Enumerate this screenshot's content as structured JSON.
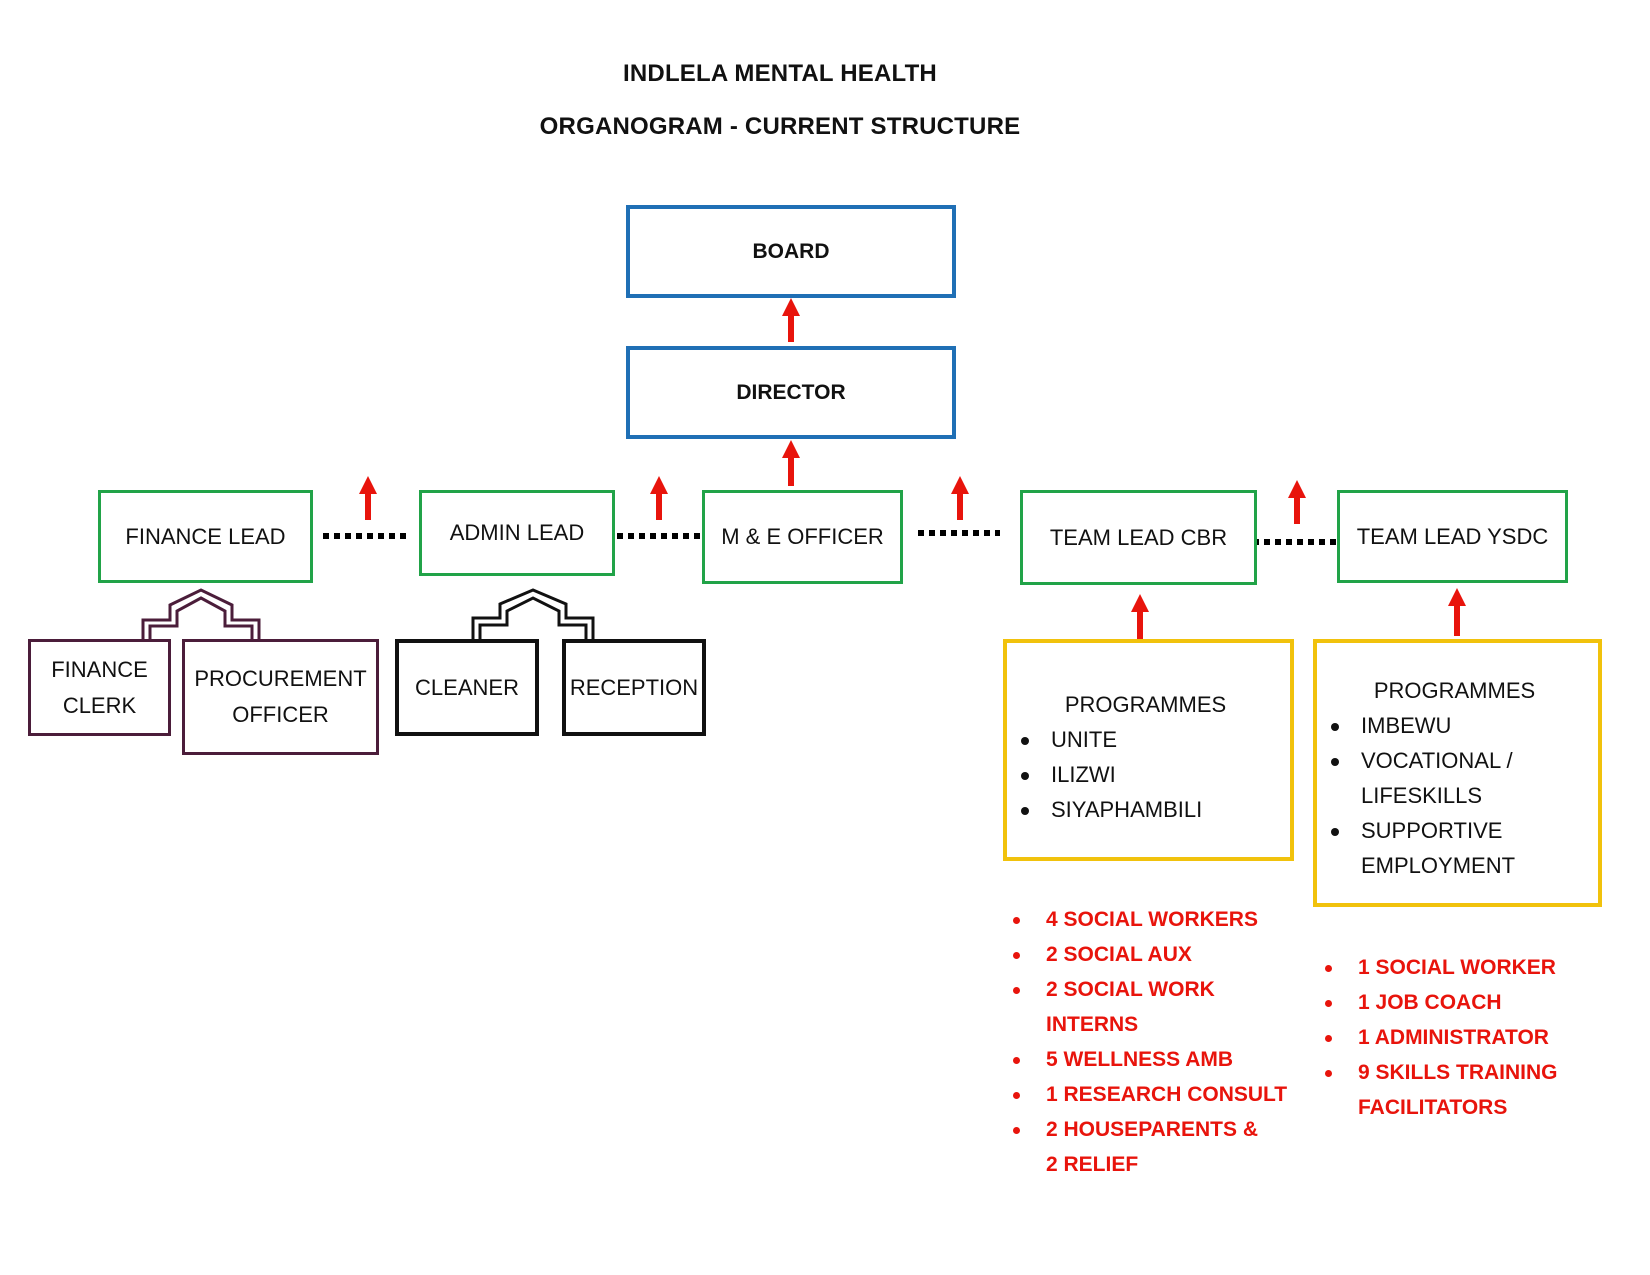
{
  "header": {
    "title": "INDLELA MENTAL HEALTH",
    "subtitle": "ORGANOGRAM - CURRENT STRUCTURE"
  },
  "nodes": {
    "board": "BOARD",
    "director": "DIRECTOR",
    "finance_lead": "FINANCE LEAD",
    "admin_lead": "ADMIN LEAD",
    "me_officer": "M & E OFFICER",
    "team_lead_cbr": "TEAM LEAD CBR",
    "team_lead_ysdc": "TEAM LEAD YSDC",
    "finance_clerk": [
      "FINANCE",
      "CLERK"
    ],
    "procurement_officer": [
      "PROCUREMENT",
      "OFFICER"
    ],
    "cleaner": "CLEANER",
    "reception": "RECEPTION"
  },
  "programmes_cbr": {
    "heading": "PROGRAMMES",
    "items": [
      "UNITE",
      "ILIZWI",
      "SIYAPHAMBILI"
    ]
  },
  "programmes_ysdc": {
    "heading": "PROGRAMMES",
    "items": [
      [
        "IMBEWU"
      ],
      [
        "VOCATIONAL /",
        "LIFESKILLS"
      ],
      [
        "SUPPORTIVE",
        "EMPLOYMENT"
      ]
    ]
  },
  "staff_cbr": [
    [
      "4 SOCIAL WORKERS"
    ],
    [
      "2 SOCIAL AUX"
    ],
    [
      "2 SOCIAL WORK",
      "INTERNS"
    ],
    [
      "5 WELLNESS AMB"
    ],
    [
      "1 RESEARCH CONSULT"
    ],
    [
      "2 HOUSEPARENTS &",
      "2 RELIEF"
    ]
  ],
  "staff_ysdc": [
    [
      "1 SOCIAL WORKER"
    ],
    [
      "1 JOB COACH"
    ],
    [
      "1 ADMINISTRATOR"
    ],
    [
      "9 SKILLS TRAINING",
      "FACILITATORS"
    ]
  ],
  "colors": {
    "governance": "#1f6fb5",
    "leads": "#21a348",
    "finance_staff": "#4b1d3a",
    "admin_staff": "#111111",
    "programmes": "#f1c20c",
    "arrows_and_staff": "#e8140c"
  }
}
